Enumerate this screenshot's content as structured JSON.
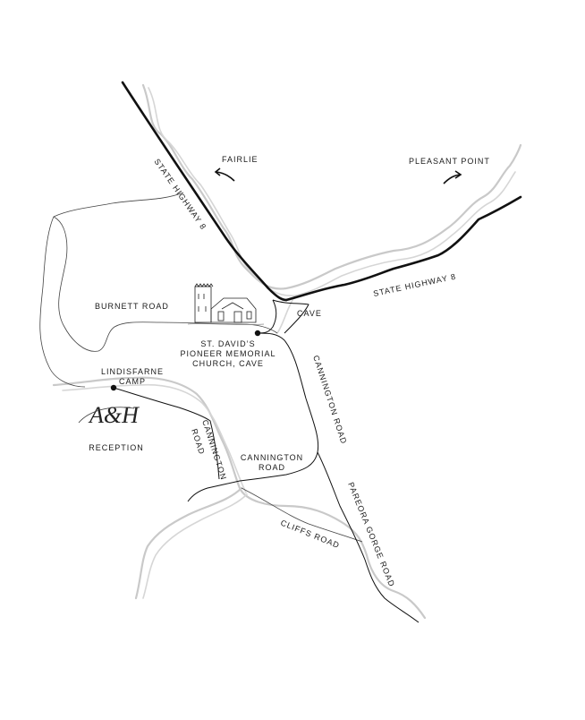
{
  "labels": {
    "fairlie": "FAIRLIE",
    "pleasant_point": "PLEASANT POINT",
    "sh8_north": "STATE HIGHWAY 8",
    "sh8_east": "STATE HIGHWAY 8",
    "burnett_road": "BURNETT ROAD",
    "cave": "CAVE",
    "church_line1": "ST. DAVID’S",
    "church_line2": "PIONEER MEMORIAL",
    "church_line3": "CHURCH, CAVE",
    "cannington_road_main": "CANNINGTON ROAD",
    "lindisfarne_line1": "LINDISFARNE",
    "lindisfarne_line2": "CAMP",
    "reception": "RECEPTION",
    "cannington_west_line1": "CANNINGTON",
    "cannington_west_line2": "ROAD",
    "cannington_south_line1": "CANNINGTON",
    "cannington_south_line2": "ROAD",
    "pareora_gorge_road": "PAREORA GORGE ROAD",
    "cliffs_road": "CLIFFS ROAD",
    "monogram": "A&H"
  },
  "colors": {
    "road": "#111111",
    "river": "#c9c9c9",
    "background": "#ffffff"
  }
}
